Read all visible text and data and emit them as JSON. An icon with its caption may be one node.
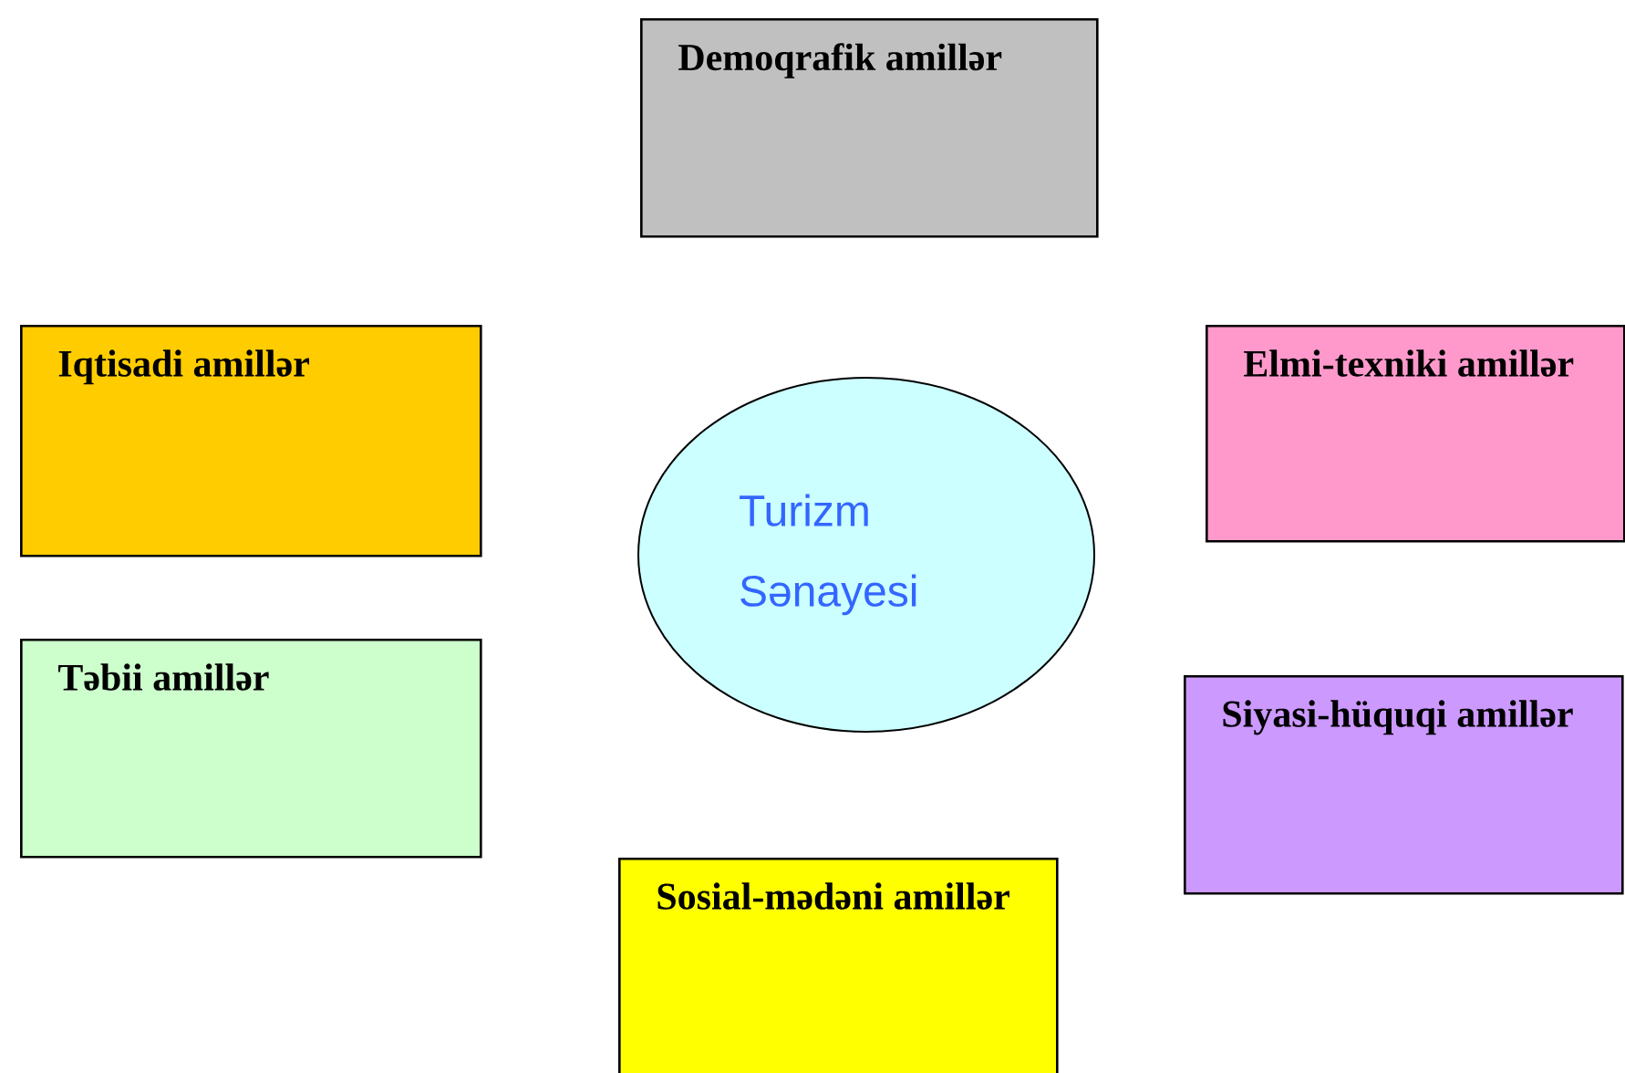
{
  "diagram": {
    "nodes": [
      {
        "text": [
          "Demoqrafik amillər"
        ]
      },
      {
        "text": [
          "Iqtisadi amillər"
        ]
      },
      {
        "text": [
          "Elmi-texniki amillər"
        ]
      },
      {
        "text": [
          "Turizm Sənayesi"
        ]
      },
      {
        "text": [
          "Təbii amillər"
        ]
      },
      {
        "text": [
          "Siyasi-hüquqi amillər"
        ]
      },
      {
        "text": [
          "Sosial-mədəni amillər"
        ]
      }
    ]
  }
}
